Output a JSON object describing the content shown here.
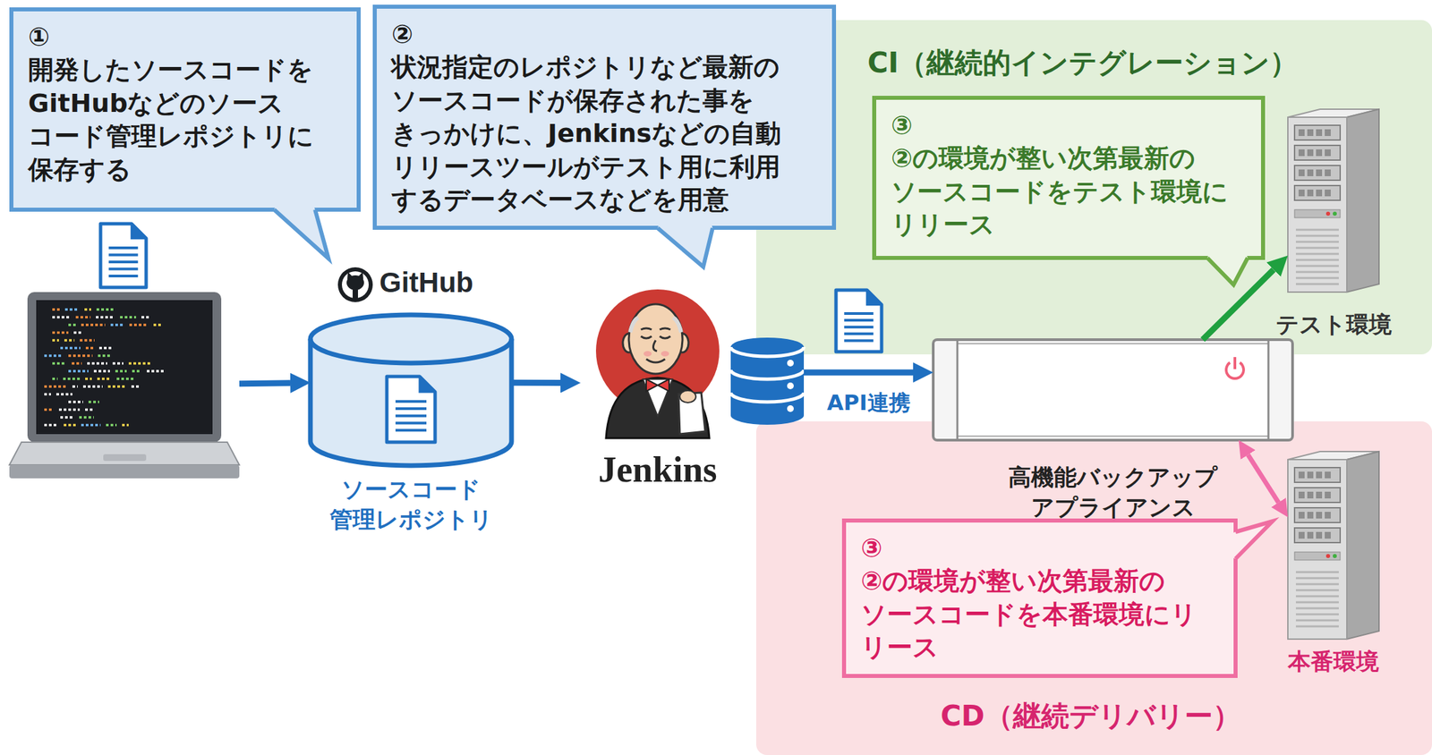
{
  "diagram": {
    "nodes": [
      {
        "text": [
          "①",
          "開発したソースコードを GitHubなどのソース コード管理レポジトリに 保存する"
        ]
      },
      {
        "text": [
          "②",
          "状況指定のレポジトリなど最新の ソースコードが保存された事を きっかけに、Jenkinsなどの自動 リリースツールがテスト用に利用 するデータベースなどを用意"
        ]
      },
      {
        "text": [
          "CI（継続的インテグレーション）"
        ]
      },
      {
        "text": [
          "③",
          "②の環境が整い次第最新の ソースコードをテスト環境に リリース"
        ],
        "in": 2
      },
      {
        "text": [
          "テスト環境"
        ],
        "in": 2
      },
      {
        "text": []
      },
      {
        "text": [
          "ソースコード 管理レポジトリ"
        ]
      },
      {
        "text": [
          "Jenkins"
        ]
      },
      {
        "text": []
      },
      {
        "text": [
          "高機能バックアップ アプライアンス"
        ]
      },
      {
        "text": [
          "CD（継続デリバリー）"
        ]
      },
      {
        "text": [
          "③",
          "②の環境が整い次第最新の ソースコードを本番環境にリ リース"
        ],
        "in": 10
      },
      {
        "text": [
          "本番環境"
        ],
        "in": 10
      }
    ],
    "edges": [
      {
        "from": 5,
        "to": 6,
        "arrow": "to"
      },
      {
        "from": 6,
        "to": 7,
        "arrow": "to"
      },
      {
        "from": 8,
        "to": 9,
        "label": "API連携",
        "arrow": "to"
      },
      {
        "from": 9,
        "to": 4,
        "arrow": "to"
      },
      {
        "from": 9,
        "to": 12,
        "arrow": "both"
      }
    ],
    "labels": [
      "GitHub"
    ]
  }
}
